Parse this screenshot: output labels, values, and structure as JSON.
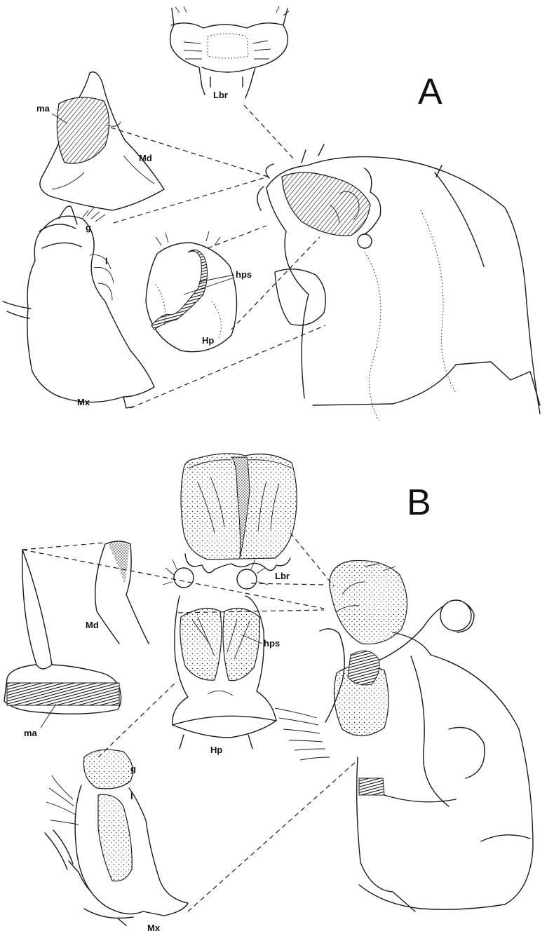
{
  "panels": {
    "A": {
      "letter": "A",
      "labels": {
        "ma": "ma",
        "Md": "Md",
        "Lbr": "Lbr",
        "g": "g",
        "l": "l",
        "hps": "hps",
        "Hp": "Hp",
        "Mx": "Mx"
      }
    },
    "B": {
      "letter": "B",
      "labels": {
        "Lbr": "Lbr",
        "Md": "Md",
        "ma": "ma",
        "hps": "hps",
        "Hp": "Hp",
        "g": "g",
        "l": "l",
        "Mx": "Mx"
      }
    }
  }
}
